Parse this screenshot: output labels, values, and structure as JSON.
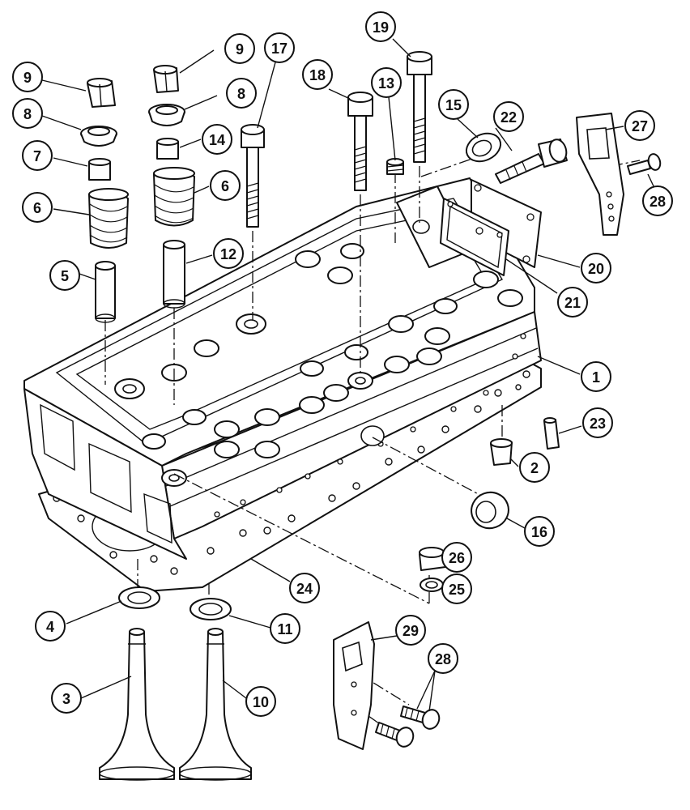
{
  "callouts": {
    "c1": "1",
    "c2": "2",
    "c3": "3",
    "c4": "4",
    "c5": "5",
    "c6a": "6",
    "c6b": "6",
    "c7": "7",
    "c8a": "8",
    "c8b": "8",
    "c9a": "9",
    "c9b": "9",
    "c10": "10",
    "c11": "11",
    "c12": "12",
    "c13": "13",
    "c14": "14",
    "c15": "15",
    "c16": "16",
    "c17": "17",
    "c18": "18",
    "c19": "19",
    "c20": "20",
    "c21": "21",
    "c22": "22",
    "c23": "23",
    "c24": "24",
    "c25": "25",
    "c26": "26",
    "c27": "27",
    "c28a": "28",
    "c28b": "28",
    "c29": "29"
  }
}
